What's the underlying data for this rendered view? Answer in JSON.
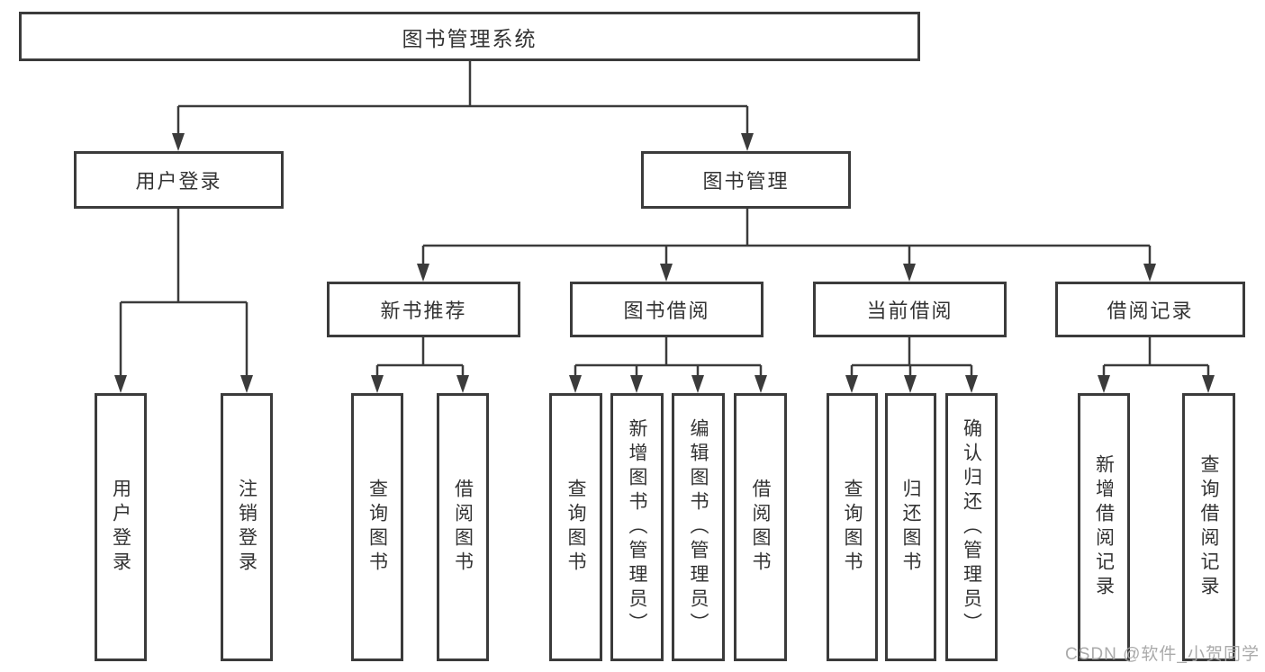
{
  "diagram_title": "图书管理系统",
  "nodes": {
    "root": "图书管理系统",
    "user_login": "用户登录",
    "book_mgmt": "图书管理",
    "new_book": "新书推荐",
    "book_borrow": "图书借阅",
    "current_borrow": "当前借阅",
    "borrow_record": "借阅记录",
    "ul_children": [
      "用户登录",
      "注销登录"
    ],
    "nb_children": [
      "查询图书",
      "借阅图书"
    ],
    "bb_children": [
      "查询图书",
      "新增图书（管理员）",
      "编辑图书（管理员）",
      "借阅图书"
    ],
    "cb_children": [
      "查询图书",
      "归还图书",
      "确认归还（管理员）"
    ],
    "br_children": [
      "新增借阅记录",
      "查询借阅记录"
    ]
  },
  "hierarchy": {
    "图书管理系统": {
      "用户登录": [
        "用户登录",
        "注销登录"
      ],
      "图书管理": {
        "新书推荐": [
          "查询图书",
          "借阅图书"
        ],
        "图书借阅": [
          "查询图书",
          "新增图书（管理员）",
          "编辑图书（管理员）",
          "借阅图书"
        ],
        "当前借阅": [
          "查询图书",
          "归还图书",
          "确认归还（管理员）"
        ],
        "借阅记录": [
          "新增借阅记录",
          "查询借阅记录"
        ]
      }
    }
  },
  "watermark": "CSDN @软件_小贺同学",
  "colors": {
    "line": "#3b3b3b",
    "box_border": "#3b3b3b",
    "text": "#333333",
    "watermark": "#a5a5a5",
    "background": "#ffffff"
  }
}
